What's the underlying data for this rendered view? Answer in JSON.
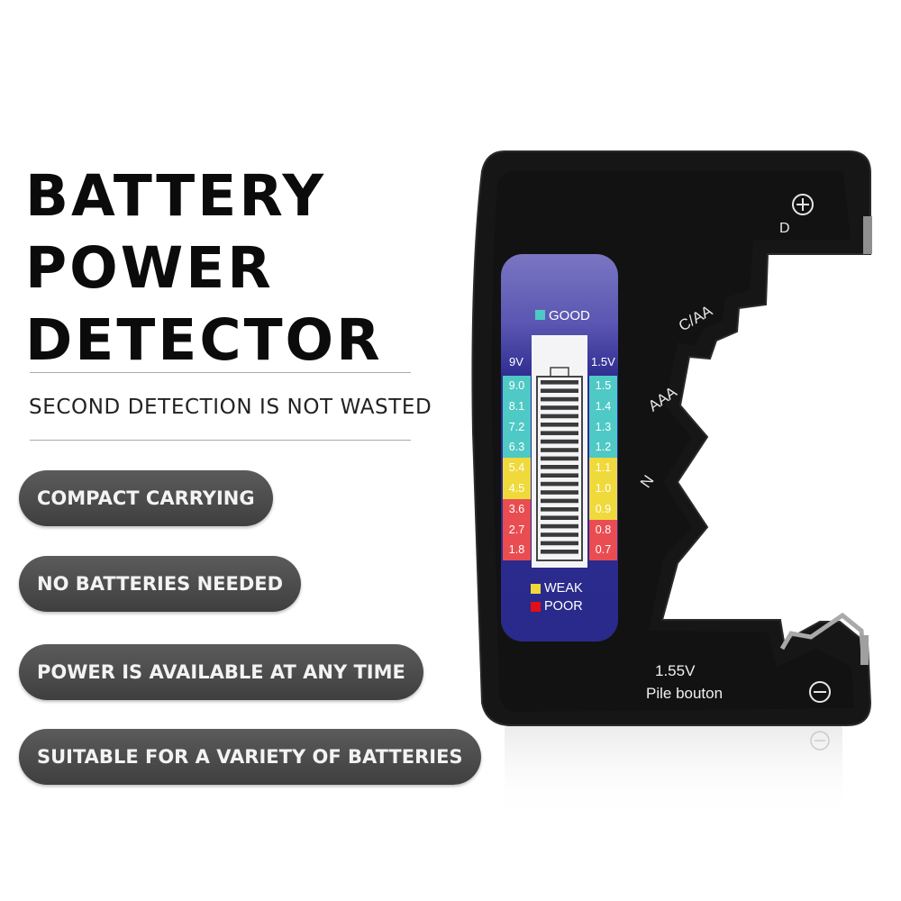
{
  "headline": [
    "BATTERY",
    "POWER",
    "DETECTOR"
  ],
  "subtitle": "SECOND DETECTION IS NOT WASTED",
  "features": [
    "COMPACT CARRYING",
    "NO BATTERIES NEEDED",
    "POWER IS AVAILABLE AT ANY TIME",
    "SUITABLE FOR A VARIETY OF BATTERIES"
  ],
  "device": {
    "legend_good": "GOOD",
    "legend_weak": "WEAK",
    "legend_poor": "POOR",
    "left_header": "9V",
    "right_header": "1.5V",
    "left_scale": [
      "9.0",
      "8.1",
      "7.2",
      "6.3",
      "5.4",
      "4.5",
      "3.6",
      "2.7",
      "1.8"
    ],
    "right_scale": [
      "1.5",
      "1.4",
      "1.3",
      "1.2",
      "1.1",
      "1.0",
      "0.9",
      "0.8",
      "0.7"
    ],
    "slot_d": "D",
    "slot_c_aa": "C/AA",
    "slot_aaa": "AAA",
    "slot_n": "N",
    "button_voltage": "1.55V",
    "button_label": "Pile bouton",
    "colors": {
      "good": "#4fc9c5",
      "weak": "#f0d93a",
      "poor": "#e94d52",
      "panel": "#2b2a8e",
      "body": "#161616"
    }
  }
}
